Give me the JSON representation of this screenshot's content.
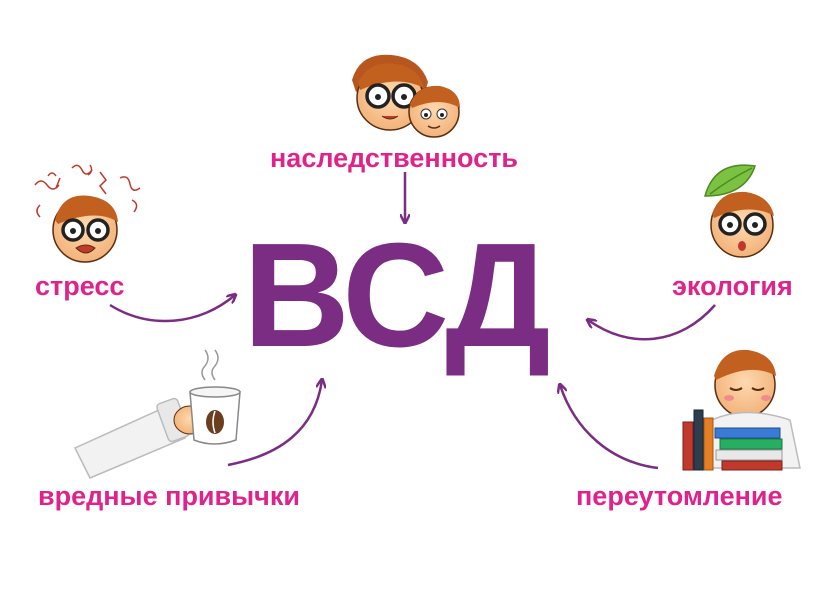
{
  "center": {
    "title": "ВСД"
  },
  "factors": {
    "heredity": "наследственность",
    "stress": "стресс",
    "ecology": "экология",
    "habits": "вредные привычки",
    "fatigue": "переутомление"
  },
  "icons": {
    "heredity": "parent-child-faces-icon",
    "stress": "stressed-boy-icon",
    "ecology": "boy-with-leaf-icon",
    "habits": "hand-with-coffee-cup-icon",
    "fatigue": "sleeping-boy-with-books-icon"
  },
  "colors": {
    "title": "#7b2c83",
    "label": "#e0238c",
    "arrow": "#7b2c83"
  }
}
